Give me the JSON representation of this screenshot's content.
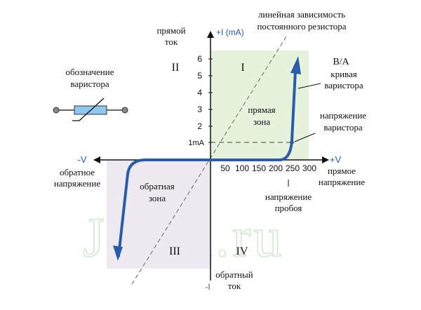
{
  "labels": {
    "forward_current": [
      "прямой",
      "ток"
    ],
    "forward_current_axis": "+I (mA)",
    "reverse_current": [
      "обратный",
      "ток"
    ],
    "reverse_current_axis": "-I",
    "neg_v": "-V",
    "pos_v": "+V",
    "reverse_voltage": [
      "обратное",
      "напряжение"
    ],
    "forward_voltage": [
      "прямое",
      "напряжение"
    ],
    "linear_line": [
      "линейная зависимость",
      "постоянного резистора"
    ],
    "symbol_caption": [
      "обозначение",
      "варистора"
    ],
    "curve_title": [
      "B/A",
      "кривая",
      "варистора"
    ],
    "varistor_voltage": [
      "напряжение",
      "варистора"
    ],
    "breakdown_voltage": [
      "напряжение",
      "пробоя"
    ],
    "forward_zone": [
      "прямая",
      "зона"
    ],
    "reverse_zone": [
      "обратная",
      "зона"
    ],
    "one_ma": "1mA",
    "quadrants": [
      "I",
      "II",
      "III",
      "IV"
    ],
    "watermark": "Joyta.ru"
  },
  "axes": {
    "y_ticks": [
      "1",
      "2",
      "3",
      "4",
      "5",
      "6"
    ],
    "x_ticks": [
      "50",
      "100",
      "150",
      "200",
      "250",
      "300"
    ]
  },
  "colors": {
    "curve": "#2a5caa",
    "forward_zone": "#e6f2dc",
    "reverse_zone": "#eeeaf2",
    "axis": "#111111"
  }
}
